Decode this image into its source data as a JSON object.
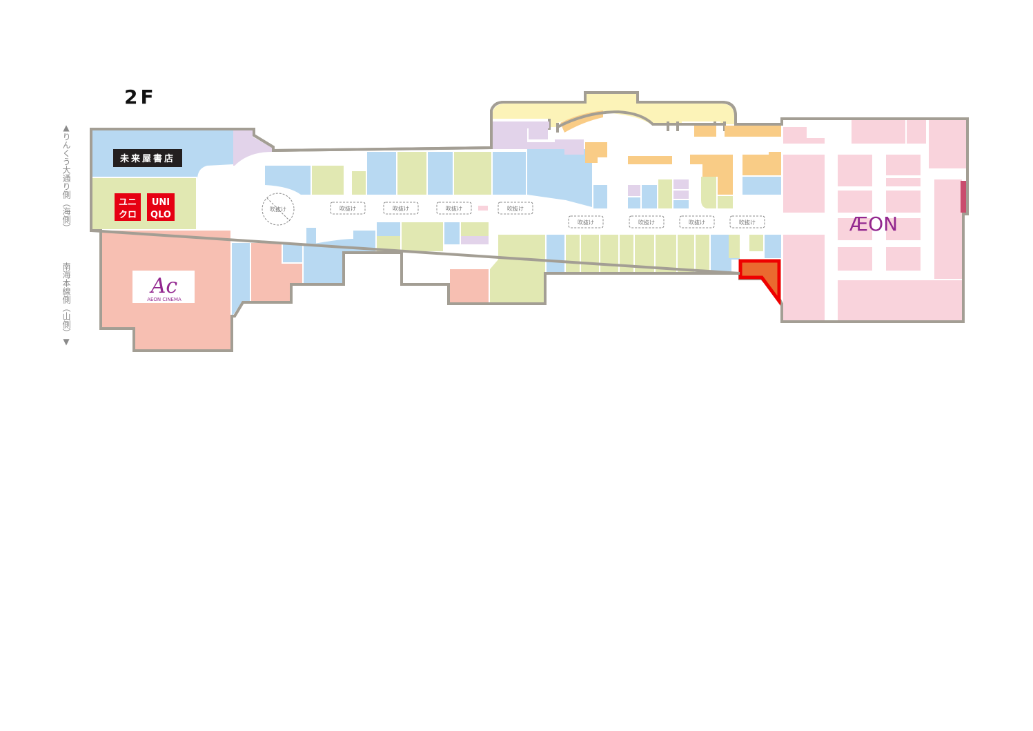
{
  "floor": {
    "label": "2F"
  },
  "orientation": {
    "top_side": "▲りんくう大通り側（海側）",
    "bottom_side": "南海本線側（山側）▼"
  },
  "anchors": {
    "bookstore": {
      "label": "未来屋書店",
      "bg": "#231f20",
      "text_color": "#ffffff"
    },
    "uniqlo": {
      "label_jp": "ユニクロ",
      "label_en": "UNIQLO",
      "line1_jp": "ユニ",
      "line2_jp": "クロ",
      "line1_en": "UNI",
      "line2_en": "QLO",
      "bg": "#e60012"
    },
    "cinema": {
      "logo_mark": "Ac",
      "label": "AEON CINEMA",
      "color": "#92278f"
    },
    "aeon": {
      "label": "ÆON",
      "color": "#92278f"
    }
  },
  "voids": {
    "label": "吹抜け",
    "items": [
      "吹抜け",
      "吹抜け",
      "吹抜け",
      "吹抜け",
      "吹抜け",
      "吹抜け",
      "吹抜け",
      "吹抜け",
      "吹抜け"
    ]
  },
  "legend_colors": {
    "blue": "#b8d9f2",
    "green": "#e1e8b2",
    "pink_salmon": "#f7bfb2",
    "lavender": "#e2d3ea",
    "orange": "#f9cc86",
    "yellow": "#fcf3b8",
    "aeon_pink": "#f9d3dc",
    "outline": "#a39e94",
    "highlight_fill": "#ea6a2f",
    "highlight_border": "#ee0000"
  },
  "highlight": {
    "name": "selected-store"
  }
}
